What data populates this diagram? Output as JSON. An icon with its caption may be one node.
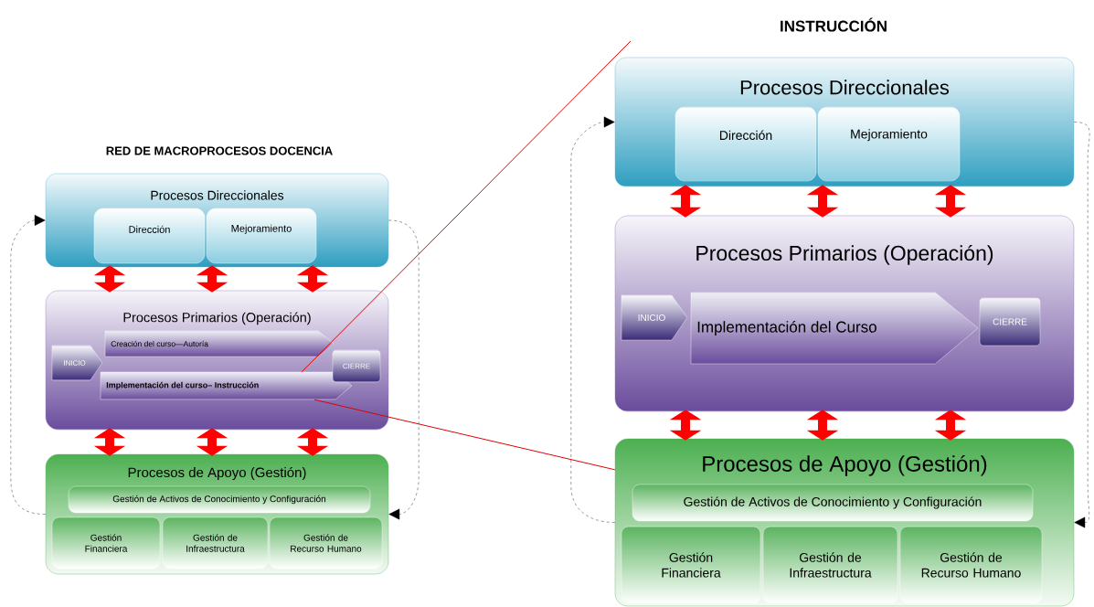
{
  "diagram": {
    "nodes": [
      {
        "text": [
          "Procesos Direccionales"
        ]
      },
      {
        "text": [
          "Dirección"
        ],
        "in": 0
      },
      {
        "text": [
          "Mejoramiento"
        ],
        "in": 0
      },
      {
        "text": [
          "Procesos Primarios (Operación)"
        ]
      },
      {
        "text": [
          "INICIO"
        ],
        "in": 3
      },
      {
        "text": [
          "Creación del curso—Autoría"
        ],
        "in": 3
      },
      {
        "text": [
          "Implementación del curso– Instrucción"
        ],
        "in": 3
      },
      {
        "text": [
          "CIERRE"
        ],
        "in": 3
      },
      {
        "text": [
          "Procesos de Apoyo (Gestión)"
        ]
      },
      {
        "text": [
          "Gestión de Activos de Conocimiento y Configuración"
        ],
        "in": 8
      },
      {
        "text": [
          "Gestión Financiera"
        ],
        "in": 8
      },
      {
        "text": [
          "Gestión de Infraestructura"
        ],
        "in": 8
      },
      {
        "text": [
          "Gestión de Recurso Humano"
        ],
        "in": 8
      },
      {
        "text": [
          "Procesos Direccionales"
        ]
      },
      {
        "text": [
          "Dirección"
        ],
        "in": 13
      },
      {
        "text": [
          "Mejoramiento"
        ],
        "in": 13
      },
      {
        "text": [
          "Procesos Primarios (Operación)"
        ]
      },
      {
        "text": [
          "INICIO"
        ],
        "in": 16
      },
      {
        "text": [
          "Implementación del Curso"
        ],
        "in": 16
      },
      {
        "text": [
          "CIERRE"
        ],
        "in": 16
      },
      {
        "text": [
          "Procesos de Apoyo (Gestión)"
        ]
      },
      {
        "text": [
          "Gestión de Activos de Conocimiento y Configuración"
        ],
        "in": 20
      },
      {
        "text": [
          "Gestión Financiera"
        ],
        "in": 20
      },
      {
        "text": [
          "Gestión de Infraestructura"
        ],
        "in": 20
      },
      {
        "text": [
          "Gestión de Recurso Humano"
        ],
        "in": 20
      }
    ],
    "edges": [
      {
        "from": 0,
        "to": 3,
        "arrow": "both"
      },
      {
        "from": 0,
        "to": 3,
        "arrow": "both"
      },
      {
        "from": 0,
        "to": 3,
        "arrow": "both"
      },
      {
        "from": 3,
        "to": 8,
        "arrow": "both"
      },
      {
        "from": 3,
        "to": 8,
        "arrow": "both"
      },
      {
        "from": 3,
        "to": 8,
        "arrow": "both"
      },
      {
        "from": 8,
        "to": 0,
        "arrow": "to",
        "style": "dashed",
        "color": "#000000"
      },
      {
        "from": 0,
        "to": 8,
        "arrow": "to",
        "style": "dashed",
        "color": "#000000"
      },
      {
        "from": 6,
        "to": null,
        "arrow": "none",
        "color": "#e00000"
      },
      {
        "from": 6,
        "to": 20,
        "arrow": "none",
        "color": "#e00000"
      },
      {
        "from": 13,
        "to": 16,
        "arrow": "both"
      },
      {
        "from": 13,
        "to": 16,
        "arrow": "both"
      },
      {
        "from": 13,
        "to": 16,
        "arrow": "both"
      },
      {
        "from": 16,
        "to": 20,
        "arrow": "both"
      },
      {
        "from": 16,
        "to": 20,
        "arrow": "both"
      },
      {
        "from": 16,
        "to": 20,
        "arrow": "both"
      },
      {
        "from": 20,
        "to": 13,
        "arrow": "to",
        "style": "dashed",
        "color": "#000000"
      },
      {
        "from": 13,
        "to": 20,
        "arrow": "to",
        "style": "dashed",
        "color": "#000000"
      }
    ],
    "labels": [
      "INSTRUCCIÓN",
      "RED DE MACROPROCESOS DOCENCIA"
    ]
  }
}
